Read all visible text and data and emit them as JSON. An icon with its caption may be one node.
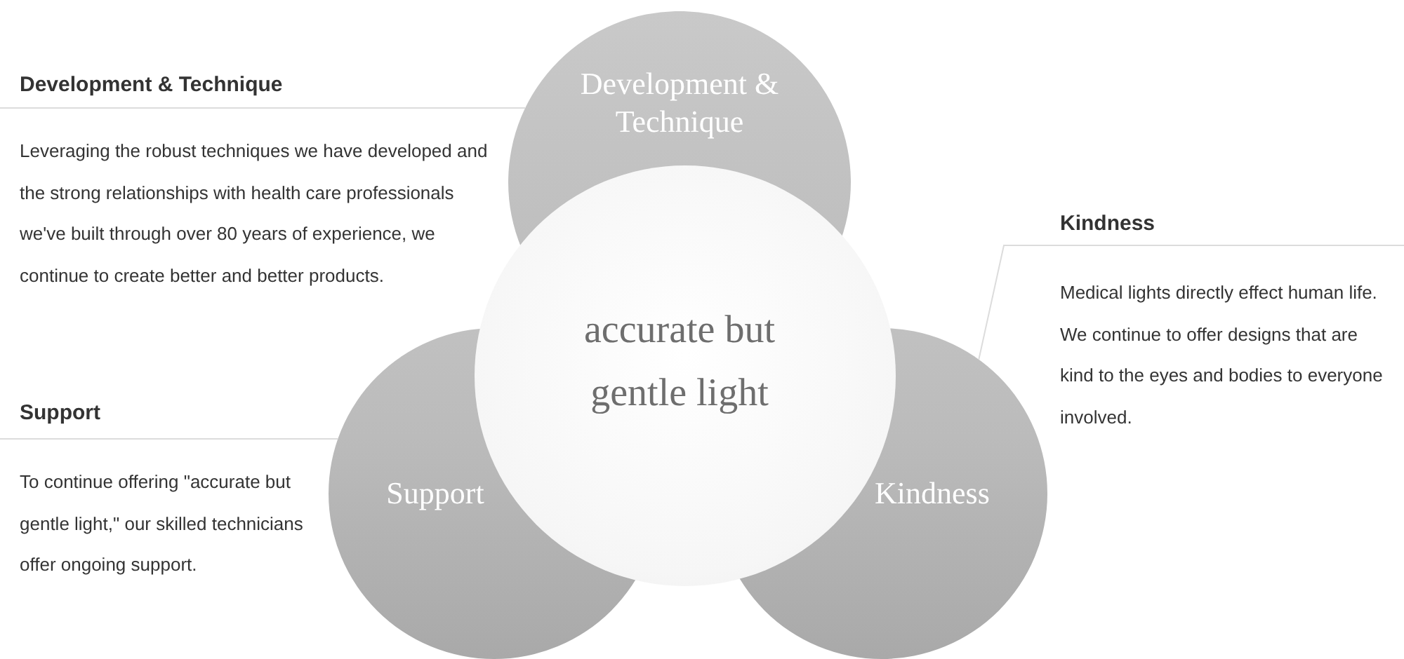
{
  "diagram": {
    "nodes": [
      {
        "text": [
          "Development & Technique"
        ]
      },
      {
        "text": [
          "accurate but gentle light"
        ]
      },
      {
        "text": [
          "Support"
        ]
      },
      {
        "text": [
          "Kindness"
        ]
      },
      {
        "text": [
          "Development & Technique",
          "Leveraging the robust techniques we have developed and the strong relationships with health care professionals we've built through over 80 years of experience, we continue to create better and better products."
        ]
      },
      {
        "text": [
          "Support",
          "To continue offering \"accurate but gentle light,\" our skilled technicians offer ongoing support."
        ]
      },
      {
        "text": [
          "Kindness",
          "Medical lights directly effect human life. We continue to offer designs that are kind to the eyes and bodies to everyone involved."
        ]
      }
    ],
    "edges": [
      {
        "from": 4,
        "to": 0,
        "arrow": "none"
      },
      {
        "from": 5,
        "to": 2,
        "arrow": "none"
      },
      {
        "from": 6,
        "to": 3,
        "arrow": "none"
      }
    ]
  }
}
